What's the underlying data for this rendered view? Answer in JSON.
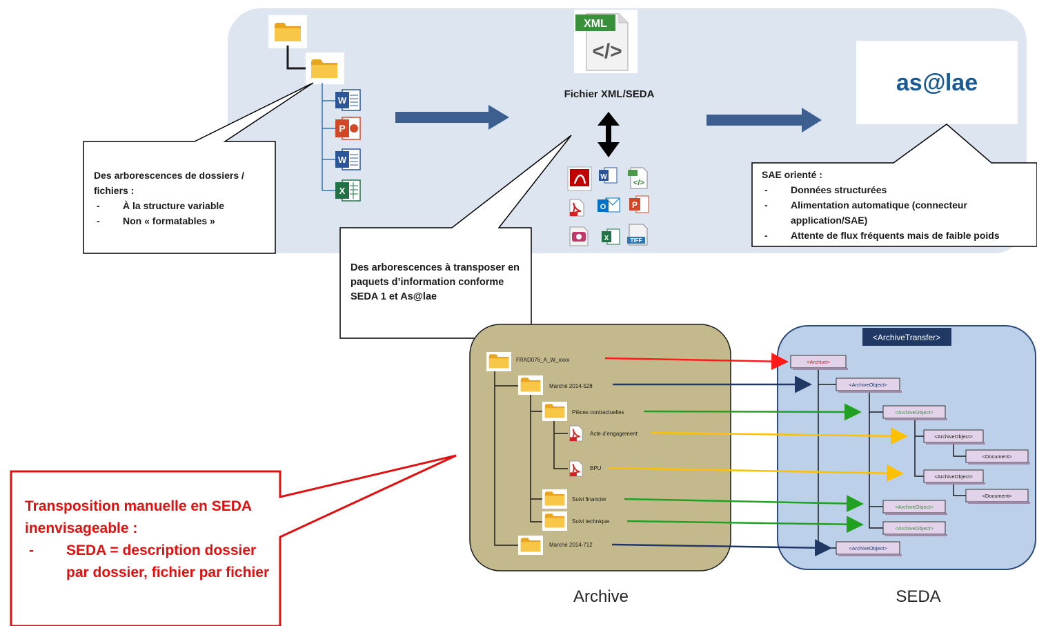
{
  "xml_section": {
    "badge": "XML",
    "code_glyph": "</>",
    "label": "Fichier XML/SEDA"
  },
  "logo": {
    "text_prefix": "as",
    "text_at": "@",
    "text_suffix": "lae",
    "color": "#1b5a91"
  },
  "callout_folders": {
    "title": "Des arborescences de dossiers / fichiers :",
    "items": [
      "À la structure variable",
      "Non « formatables »"
    ]
  },
  "callout_transpose": {
    "title": "Des arborescences à transposer en paquets d’information conforme SEDA 1 et As@lae"
  },
  "callout_sae": {
    "title": "SAE orienté :",
    "items": [
      "Données structurées",
      "Alimentation automatique (connecteur application/SAE)",
      "Attente de flux fréquents mais de faible poids"
    ]
  },
  "callout_red": {
    "title": "Transposition manuelle en SEDA inenvisageable :",
    "items": [
      "SEDA = description dossier par dossier, fichier par fichier"
    ]
  },
  "archive_tree": {
    "caption": "Archive",
    "nodes": [
      {
        "label": "FRAD076_A_W_xxxx"
      },
      {
        "label": "Marché 2014-528"
      },
      {
        "label": "Pièces contractuelles"
      },
      {
        "label": "Acte d’engagement"
      },
      {
        "label": "BPU"
      },
      {
        "label": "Suivi financier"
      },
      {
        "label": "Suivi technique"
      },
      {
        "label": "Marché 2014-712"
      }
    ]
  },
  "seda_tree": {
    "caption": "SEDA",
    "root": "<ArchiveTransfer>",
    "nodes": [
      {
        "label": "<Archive>",
        "color": "#e01010"
      },
      {
        "label": "<ArchiveObject>",
        "color": "#1f3864"
      },
      {
        "label": "<ArchiveObject>",
        "color": "#2ea02e"
      },
      {
        "label": "<ArchiveObject>",
        "color": "#1a1a1a"
      },
      {
        "label": "<Document>",
        "color": "#1a1a1a"
      },
      {
        "label": "<ArchiveObject>",
        "color": "#1a1a1a"
      },
      {
        "label": "<Document>",
        "color": "#1a1a1a"
      },
      {
        "label": "<ArchiveObject>",
        "color": "#2ea02e"
      },
      {
        "label": "<ArchiveObject>",
        "color": "#2ea02e"
      },
      {
        "label": "<ArchiveObject>",
        "color": "#1f3864"
      }
    ]
  },
  "colors": {
    "panel": "#dde5f0",
    "big_arrow": "#3d5f8f",
    "archive_box": "#c4b98c",
    "seda_box": "#bdd0ea",
    "arrow_red": "#ff1a1a",
    "arrow_navy": "#1f3864",
    "arrow_green": "#22a022",
    "arrow_yellow": "#ffc000"
  },
  "icons": [
    "folder-icon",
    "word-icon",
    "powerpoint-icon",
    "excel-icon",
    "pdf-icon",
    "outlook-icon",
    "image-icon",
    "tiff-icon",
    "acrobat-icon",
    "xml-file-icon"
  ]
}
